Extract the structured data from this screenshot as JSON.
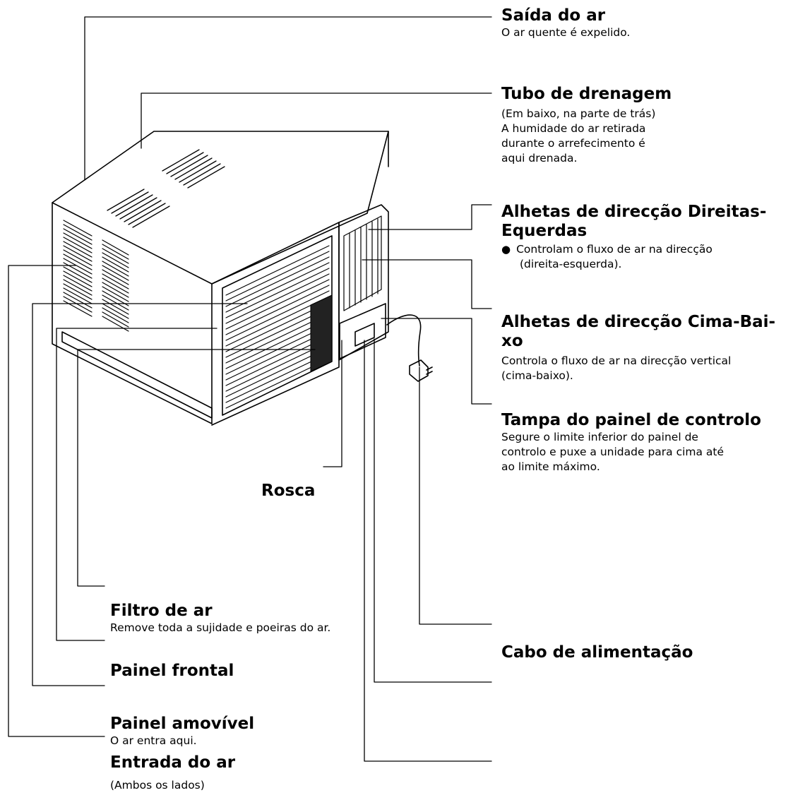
{
  "labels": {
    "saida_ar": {
      "title": "Saída do ar",
      "desc": "O ar quente é expelido."
    },
    "tubo_drenagem": {
      "title": "Tubo de drenagem",
      "desc_lines": [
        "(Em baixo, na parte de trás)",
        "A humidade do ar retirada",
        "durante o arrefecimento é",
        "aqui drenada."
      ]
    },
    "alhetas_de": {
      "title_lines": [
        "Alhetas de direcção Direitas-",
        "Equerdas"
      ],
      "bullet": "●",
      "desc_lines": [
        "Controlam o fluxo de ar na direcção",
        "(direita-esquerda)."
      ]
    },
    "alhetas_cb": {
      "title_lines": [
        "Alhetas de direcção Cima-Bai-",
        "xo"
      ],
      "desc_lines": [
        "Controla o fluxo de ar na direcção vertical",
        "(cima-baixo)."
      ]
    },
    "tampa": {
      "title": "Tampa do painel de controlo",
      "desc_lines": [
        "Segure o limite inferior do painel de",
        "controlo e puxe a unidade para cima até",
        "ao limite máximo."
      ]
    },
    "rosca": {
      "title": "Rosca"
    },
    "filtro": {
      "title": "Filtro de ar",
      "desc": "Remove toda a sujidade e poeiras do ar."
    },
    "cabo": {
      "title": "Cabo de alimentação"
    },
    "painel_frontal": {
      "title": "Painel frontal"
    },
    "painel_amovivel": {
      "title": "Painel amovível",
      "desc": "O ar entra aqui."
    },
    "entrada_ar": {
      "title": "Entrada do ar",
      "desc": "(Ambos os lados)"
    }
  }
}
